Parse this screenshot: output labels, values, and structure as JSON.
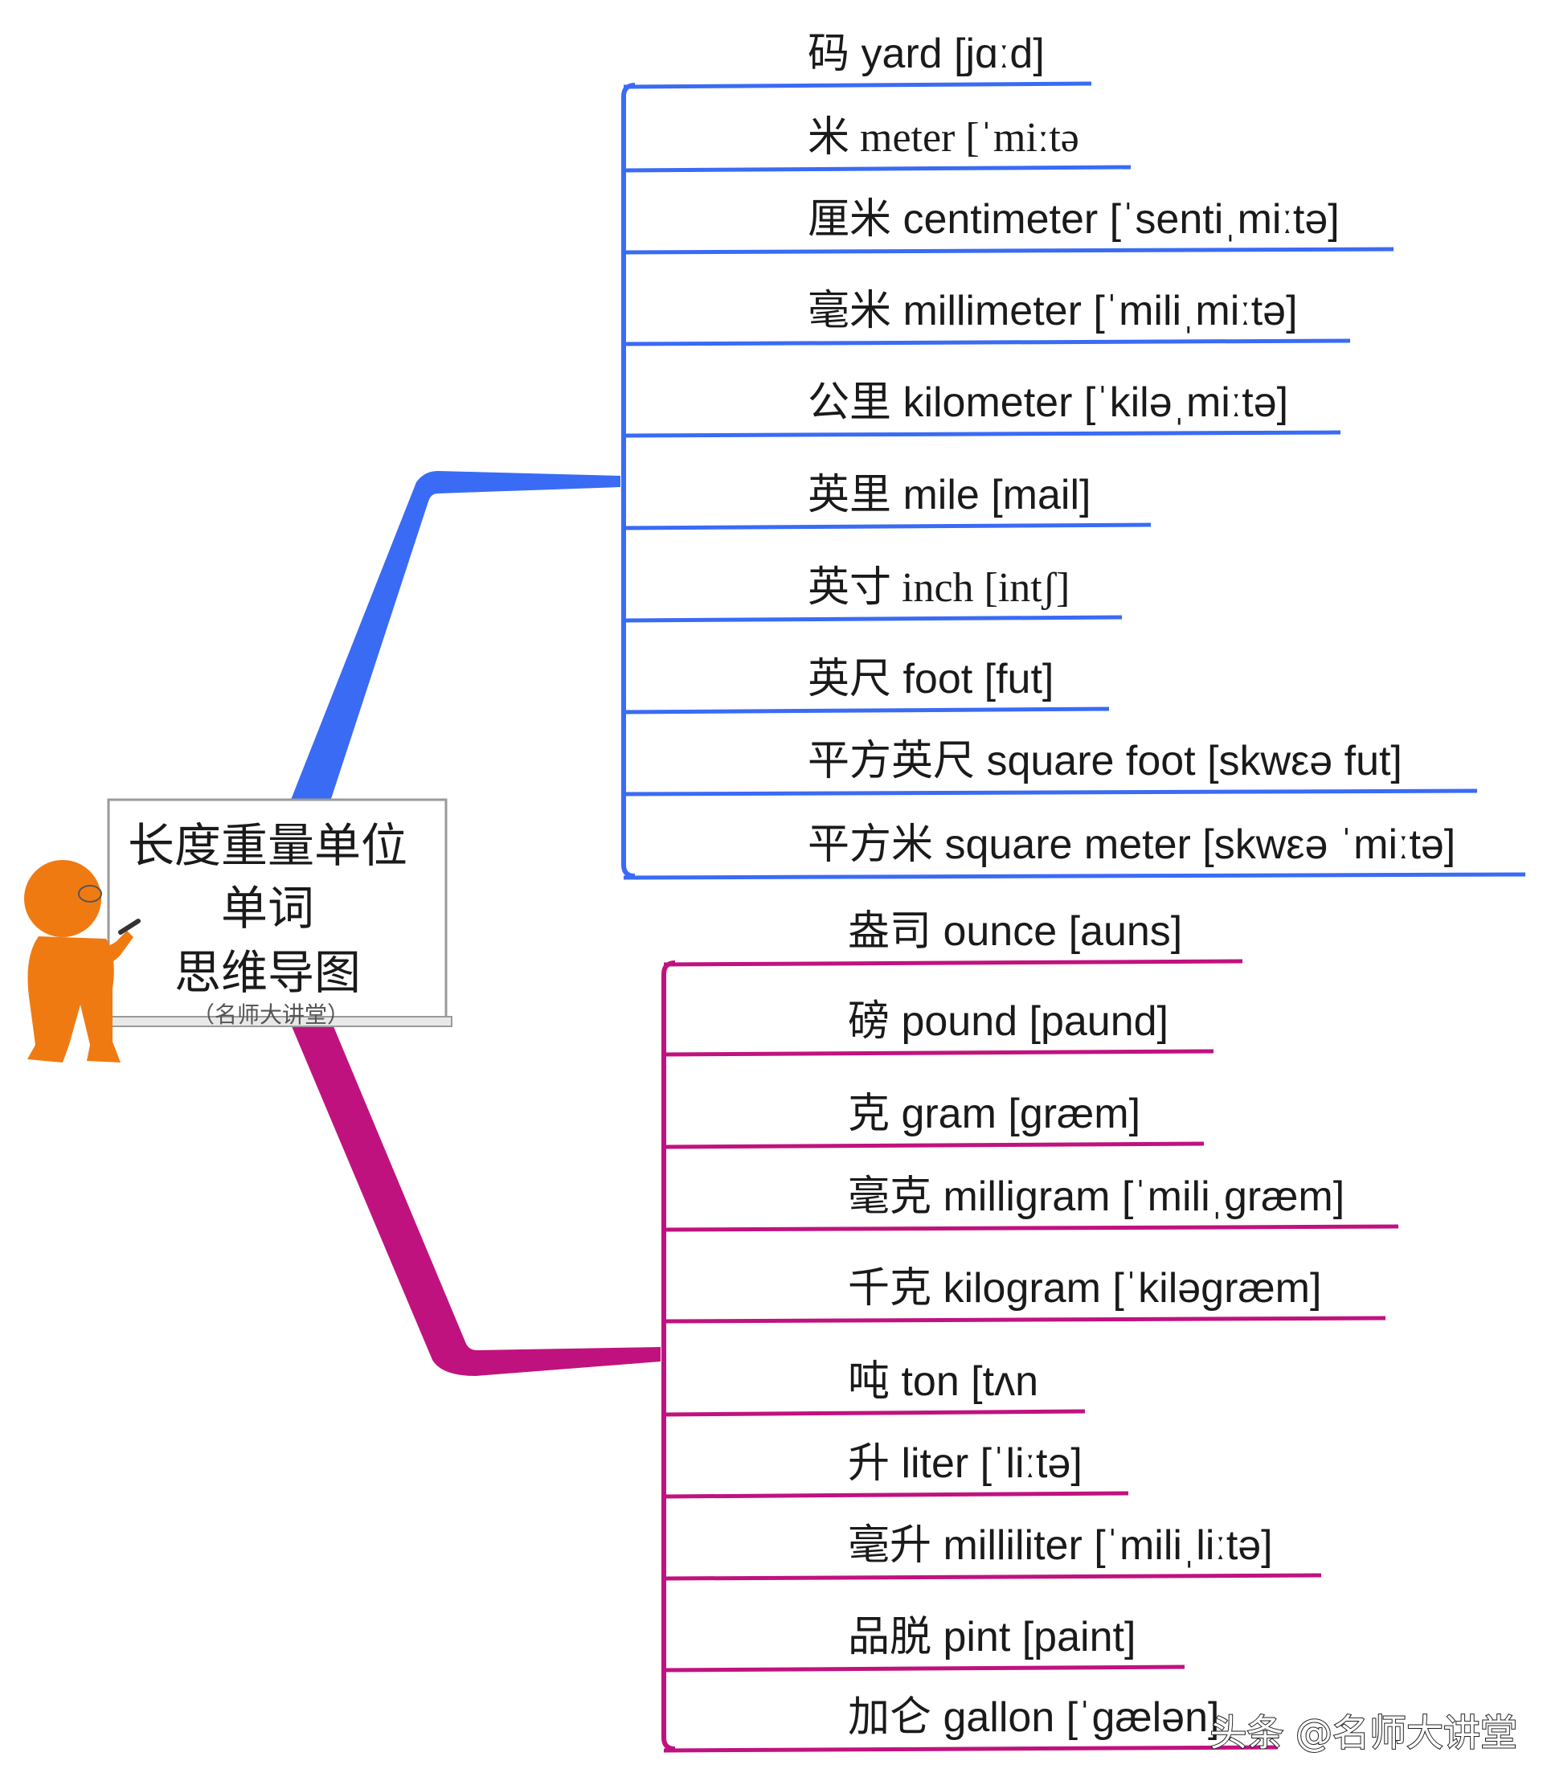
{
  "colors": {
    "length_branch": "#3a6bf5",
    "weight_branch": "#c0127f",
    "figure": "#f07a12",
    "text": "#1a1a1a"
  },
  "center": {
    "title_line1": "长度重量单位",
    "title_line2": "单词",
    "title_line3": "思维导图",
    "subtitle": "（名师大讲堂）",
    "figure_icon": "teacher-presenting-icon"
  },
  "length_units": [
    {
      "label": "码 yard [jɑːd]"
    },
    {
      "label": "米 meter [ˈmiːtə",
      "serif": true
    },
    {
      "label": "厘米 centimeter [ˈsentiˌmiːtə]"
    },
    {
      "label": "毫米 millimeter [ˈmiliˌmiːtə]"
    },
    {
      "label": "公里 kilometer [ˈkiləˌmiːtə]"
    },
    {
      "label": "英里 mile [mail]"
    },
    {
      "label": "英寸 inch [intʃ]",
      "serif": true
    },
    {
      "label": "英尺 foot [fut]"
    },
    {
      "label": "平方英尺 square foot [skwεə fut]"
    },
    {
      "label": "平方米 square meter [skwεə ˈmiːtə]"
    }
  ],
  "weight_units": [
    {
      "label": "盎司 ounce [auns]"
    },
    {
      "label": "磅 pound [paund]"
    },
    {
      "label": "克 gram [græm]"
    },
    {
      "label": "毫克 milligram [ˈmiliˌgræm]"
    },
    {
      "label": "千克 kilogram [ˈkiləgræm]"
    },
    {
      "label": "吨 ton [tʌn"
    },
    {
      "label": "升 liter [ˈliːtə]"
    },
    {
      "label": "毫升 milliliter [ˈmiliˌliːtə]"
    },
    {
      "label": "品脱 pint [paint]"
    },
    {
      "label": "加仑 gallon [ˈgælən]"
    }
  ],
  "watermark": "头条 @名师大讲堂"
}
